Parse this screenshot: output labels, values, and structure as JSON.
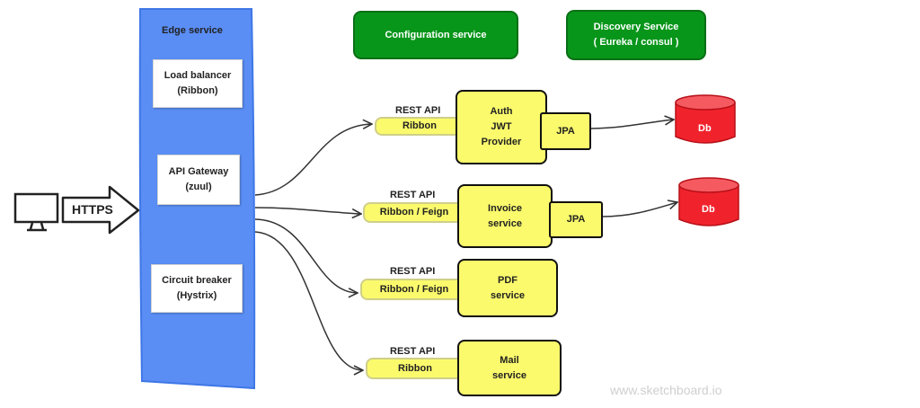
{
  "edge_service": {
    "title": "Edge service",
    "components": [
      {
        "line1": "Load balancer",
        "line2": "(Ribbon)"
      },
      {
        "line1": "API Gateway",
        "line2": "(zuul)"
      },
      {
        "line1": "Circuit breaker",
        "line2": "(Hystrix)"
      }
    ]
  },
  "client": {
    "protocol": "HTTPS"
  },
  "config_service": {
    "label": "Configuration service"
  },
  "discovery_service": {
    "line1": "Discovery Service",
    "line2": "( Eureka / consul )"
  },
  "services": [
    {
      "api_label": "REST API",
      "client_label": "Ribbon",
      "lines": [
        "Auth",
        "JWT",
        "Provider"
      ],
      "persistence": "JPA",
      "db": "Db"
    },
    {
      "api_label": "REST API",
      "client_label": "Ribbon / Feign",
      "lines": [
        "Invoice",
        "service"
      ],
      "persistence": "JPA",
      "db": "Db"
    },
    {
      "api_label": "REST API",
      "client_label": "Ribbon / Feign",
      "lines": [
        "PDF",
        "service"
      ]
    },
    {
      "api_label": "REST API",
      "client_label": "Ribbon",
      "lines": [
        "Mail",
        "service"
      ]
    }
  ],
  "watermark": "www.sketchboard.io",
  "colors": {
    "edge_blue": "#5a8ef5",
    "green": "#08961a",
    "yellow": "#fbfa6c",
    "db_red": "#f0232d"
  },
  "icons": [
    "monitor-icon",
    "https-arrow-icon",
    "database-icon"
  ]
}
